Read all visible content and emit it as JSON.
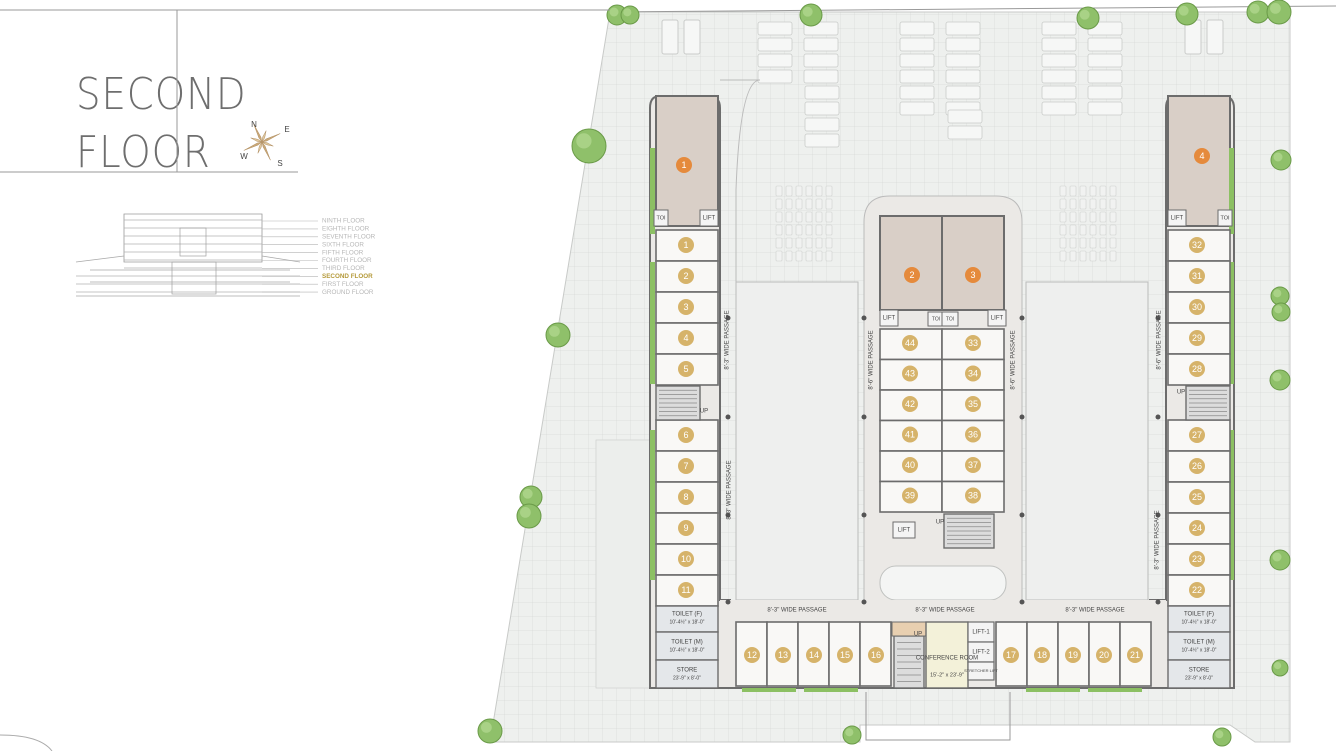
{
  "title": {
    "line1": "SECOND",
    "line2": "FLOOR"
  },
  "compass": {
    "n": "N",
    "e": "E",
    "s": "S",
    "w": "W"
  },
  "elevation_floors": [
    "NINTH FLOOR",
    "EIGHTH FLOOR",
    "SEVENTH FLOOR",
    "SIXTH FLOOR",
    "FIFTH FLOOR",
    "FOURTH FLOOR",
    "THIRD FLOOR",
    "SECOND FLOOR",
    "FIRST FLOOR",
    "GROUND FLOOR"
  ],
  "highlighted_floor": "SECOND FLOOR",
  "colors": {
    "unit_badge": "#e58a3c",
    "shop_badge": "#d6b36a",
    "large_unit_fill": "#d9cfc7",
    "green_strip": "#8cc063",
    "site": "#eef0ee",
    "grid": "#dadcda"
  },
  "passages": {
    "left_wing": "8'-3\" WIDE PASSAGE",
    "left_wing_lower": "8'-3\" WIDE PASSAGE",
    "middle_left": "8'-6\" WIDE PASSAGE",
    "middle_right": "8'-6\" WIDE PASSAGE",
    "right_wing": "8'-6\" WIDE PASSAGE",
    "right_wing_lower": "8'-3\" WIDE PASSAGE",
    "bottom_left": "8'-3\" WIDE PASSAGE",
    "bottom_mid": "8'-3\" WIDE PASSAGE",
    "bottom_right": "8'-3\" WIDE PASSAGE"
  },
  "labels": {
    "lift": "LIFT",
    "toilet": "TOI",
    "up": "UP",
    "lift1": "LIFT-1",
    "lift2": "LIFT-2",
    "stretcher_lift": "STRETCHER LIFT",
    "conference_room": "CONFERENCE ROOM",
    "conference_size": "15'-2\" x 23'-9\"",
    "toilet_f": "TOILET (F)",
    "toilet_f_size": "10'-4½\" x 18'-0\"",
    "toilet_m": "TOILET (M)",
    "toilet_m_size": "10'-4½\" x 18'-0\"",
    "store": "STORE",
    "store_size": "23'-9\" x 8'-0\""
  },
  "large_units": [
    "1",
    "2",
    "3",
    "4"
  ],
  "shops": {
    "left_column_top": [
      "1",
      "2",
      "3",
      "4",
      "5"
    ],
    "left_column_bottom": [
      "6",
      "7",
      "8",
      "9",
      "10",
      "11"
    ],
    "bottom_left": [
      "12",
      "13",
      "14",
      "15",
      "16"
    ],
    "bottom_right": [
      "17",
      "18",
      "19",
      "20",
      "21"
    ],
    "right_column_bottom": [
      "22",
      "23",
      "24",
      "25",
      "26",
      "27"
    ],
    "right_column_top": [
      "28",
      "29",
      "30",
      "31",
      "32"
    ],
    "center_right": [
      "33",
      "34",
      "35",
      "36",
      "37",
      "38"
    ],
    "center_left": [
      "39",
      "40",
      "41",
      "42",
      "43",
      "44"
    ]
  }
}
